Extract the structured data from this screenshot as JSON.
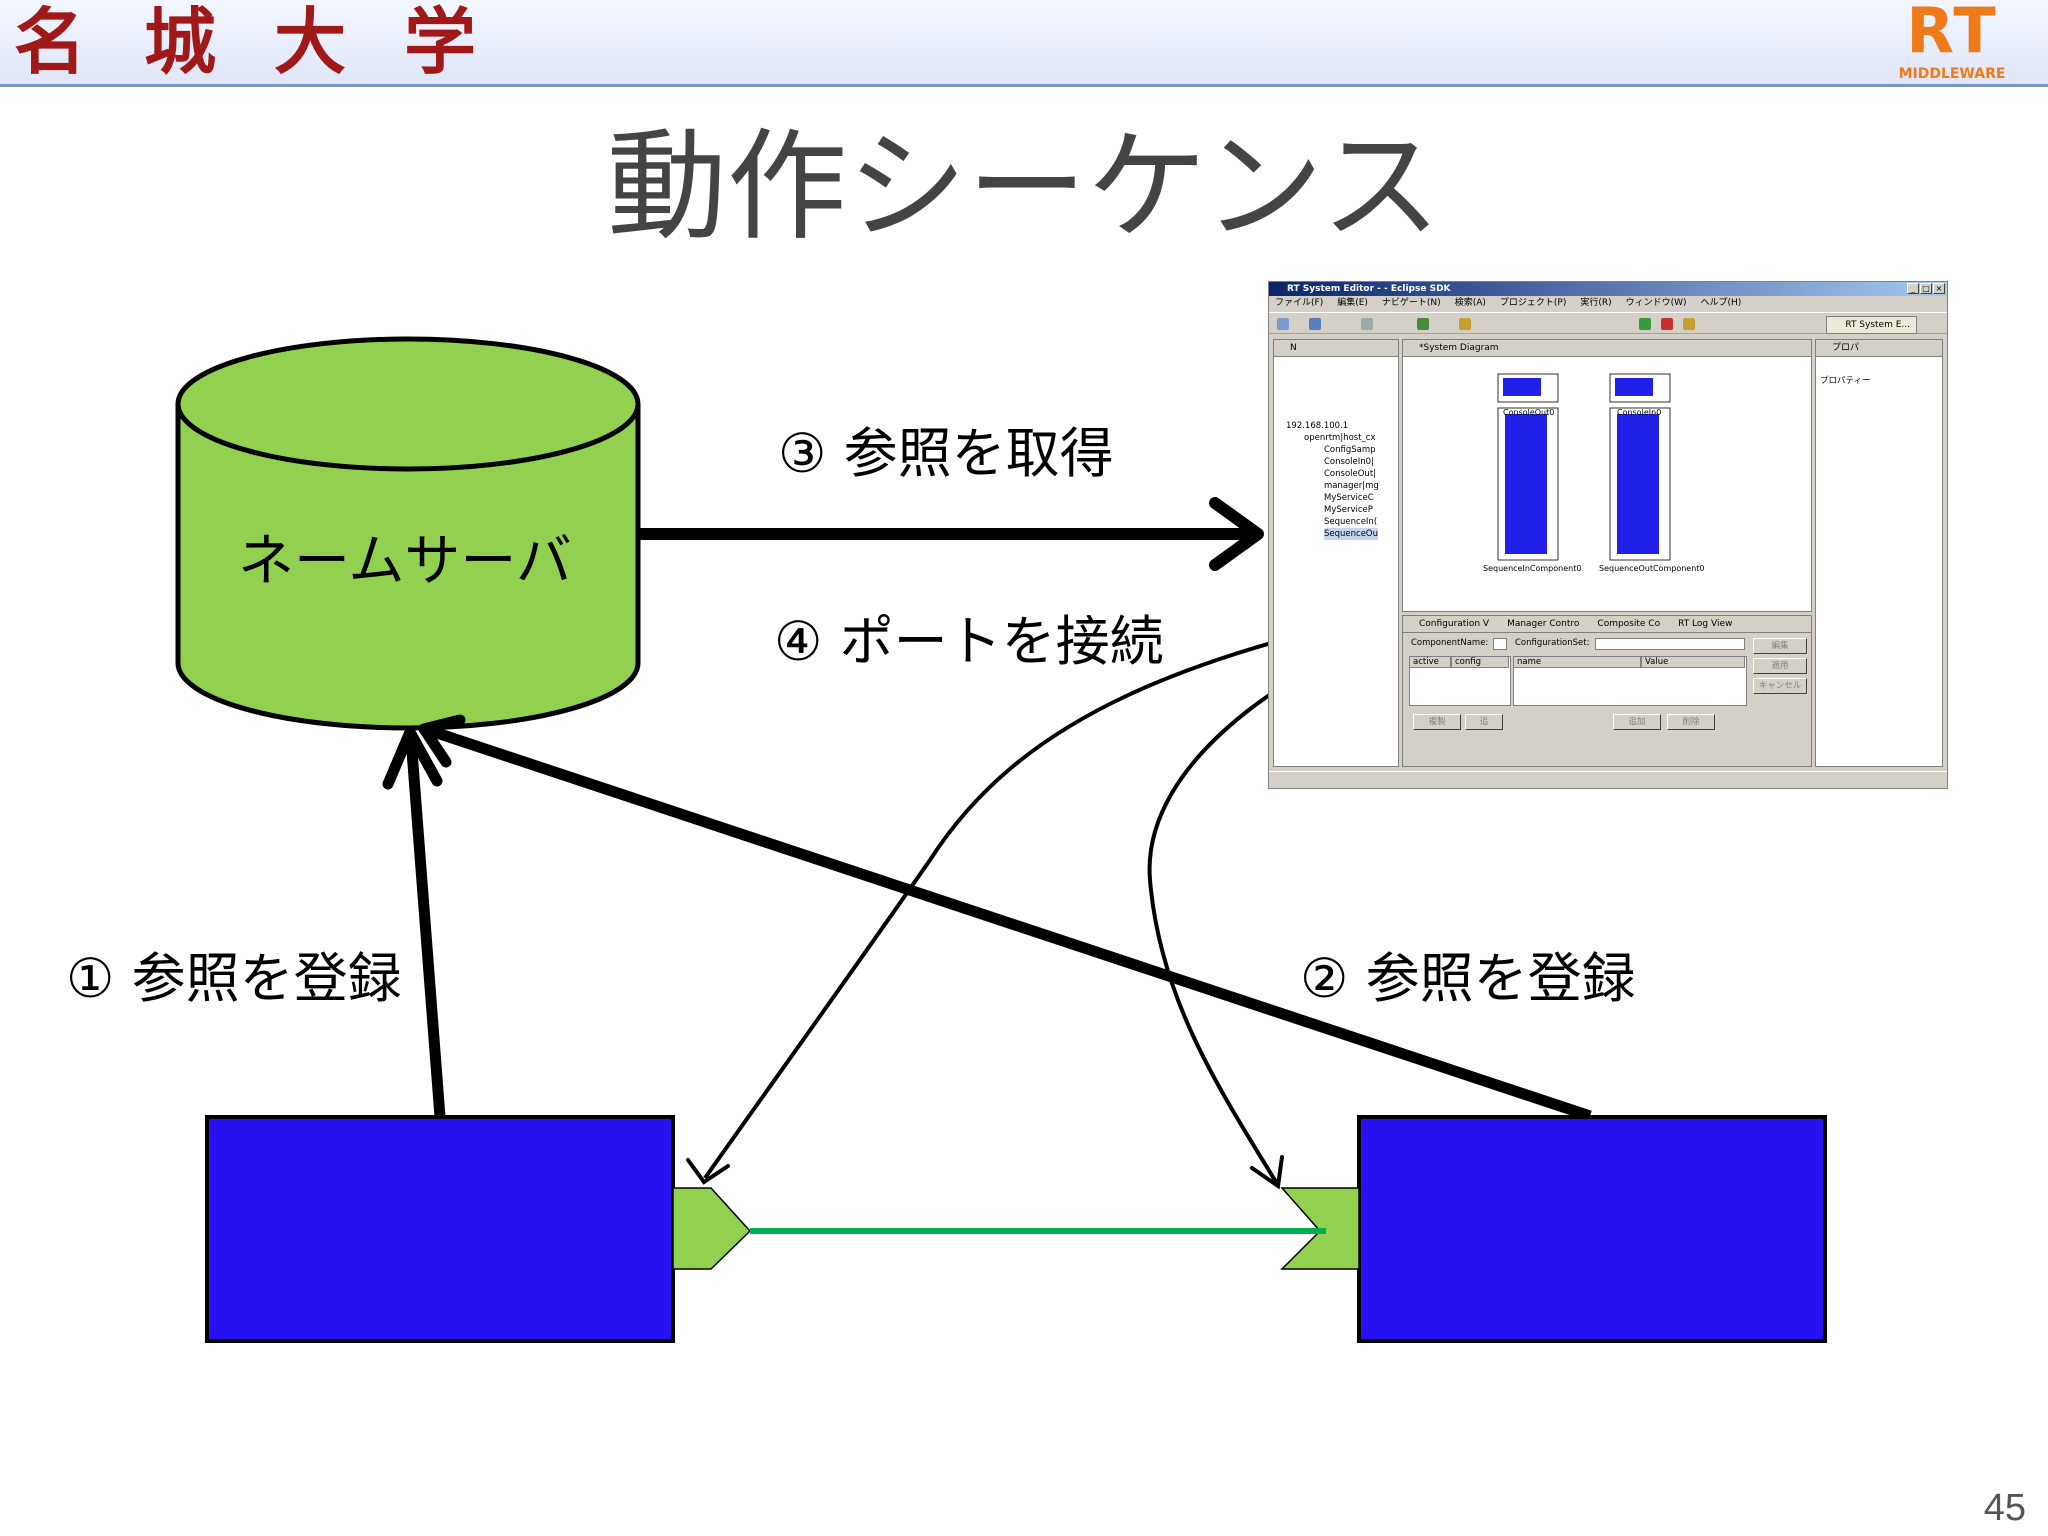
{
  "header": {
    "university_logo_chars": [
      "名",
      "城",
      "大",
      "学"
    ],
    "rt_logo": {
      "mark": "RT",
      "subtext": "MIDDLEWARE"
    }
  },
  "title": "動作シーケンス",
  "diagram": {
    "name_server_label": "ネームサーバ",
    "steps": {
      "step1": "① 参照を登録",
      "step2": "② 参照を登録",
      "step3": "③ 参照を取得",
      "step4": "④ ポートを接続"
    }
  },
  "eclipse": {
    "window_title": "RT System Editor - - Eclipse SDK",
    "menu": [
      "ファイル(F)",
      "編集(E)",
      "ナビゲート(N)",
      "検索(A)",
      "プロジェクト(P)",
      "実行(R)",
      "ウィンドウ(W)",
      "ヘルプ(H)"
    ],
    "perspective": "RT System E...",
    "name_service_view_tab": "N",
    "tree": {
      "root": "192.168.100.1",
      "host": "openrtm|host_cx",
      "items": [
        "ConfigSamp",
        "ConsoleIn0|",
        "ConsoleOut|",
        "manager|mg",
        "MyServiceC",
        "MyServiceP",
        "SequenceIn(",
        "SequenceOu"
      ]
    },
    "diagram_tab": "*System Diagram",
    "components": [
      {
        "top_label": "ConsoleOut0",
        "bottom_label": "SequenceInComponent0"
      },
      {
        "top_label": "ConsoleIn0",
        "bottom_label": "SequenceOutComponent0"
      }
    ],
    "properties_tab": "プロパ",
    "properties_header": "プロパティー",
    "bottom_tabs": [
      "Configuration V",
      "Manager Contro",
      "Composite Co",
      "RT Log View"
    ],
    "config": {
      "component_name_label": "ComponentName:",
      "configuration_set_label": "ConfigurationSet:",
      "columns_left": [
        "active",
        "config"
      ],
      "columns_right": [
        "name",
        "Value"
      ],
      "buttons_right": [
        "編集",
        "適用",
        "キャンセル"
      ],
      "buttons_bottom": [
        "複製",
        "追",
        "追加",
        "削除"
      ]
    }
  },
  "page_number": "45",
  "colors": {
    "name_server_fill": "#92d050",
    "component_fill": "#2811f0",
    "port_fill": "#92d050",
    "connection_line": "#00b050",
    "title_text": "#444444"
  }
}
